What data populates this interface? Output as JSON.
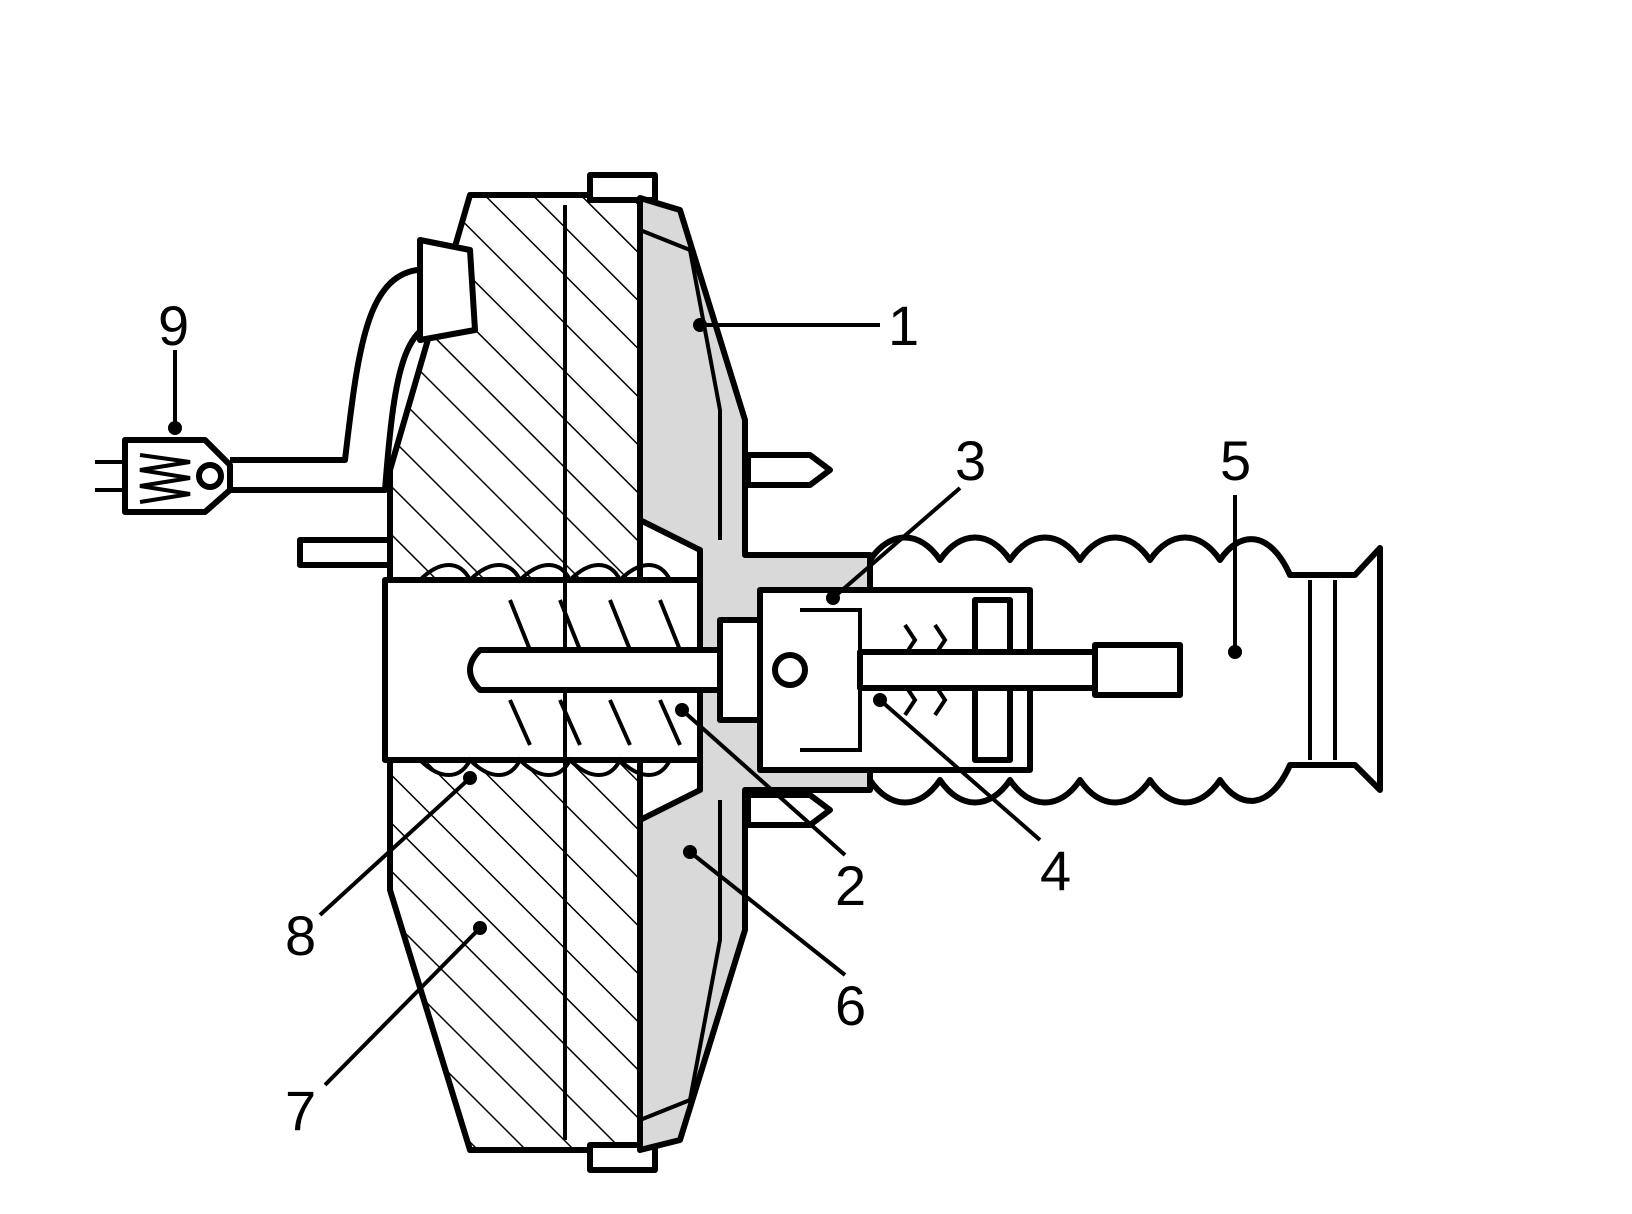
{
  "callouts": [
    {
      "id": "1",
      "text": "1"
    },
    {
      "id": "2",
      "text": "2"
    },
    {
      "id": "3",
      "text": "3"
    },
    {
      "id": "4",
      "text": "4"
    },
    {
      "id": "5",
      "text": "5"
    },
    {
      "id": "6",
      "text": "6"
    },
    {
      "id": "7",
      "text": "7"
    },
    {
      "id": "8",
      "text": "8"
    },
    {
      "id": "9",
      "text": "9"
    }
  ],
  "colors": {
    "line": "#000000",
    "fill": "#ffffff",
    "shade": "#d9d9d9"
  }
}
